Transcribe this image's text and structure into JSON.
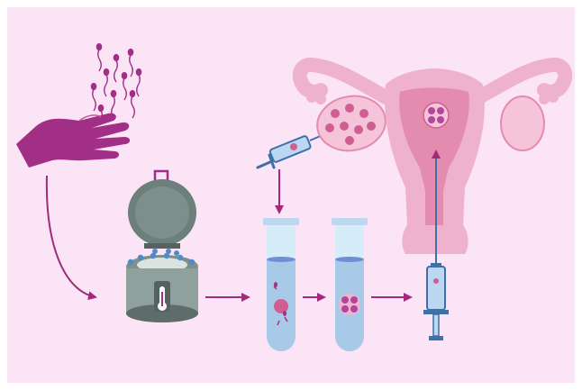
{
  "colors": {
    "canvas_bg": "#ffffff",
    "panel_bg": "#fbe4f6",
    "hand": "#a12f86",
    "arrow": "#a02b79",
    "sperm": "#a12f86",
    "uterus_outer": "#efb2cd",
    "uterus_inner": "#e48bb0",
    "ovary": "#f6c4d9",
    "egg": "#cf5e93",
    "egg_cluster": "#b1479a",
    "centrifuge_lid": "#6d7f7b",
    "centrifuge_body": "#8fa19c",
    "centrifuge_dark": "#56625f",
    "tube_glass": "#d6ecf9",
    "tube_liquid": "#a9c9e9",
    "syringe_blue": "#3f6fa8",
    "syringe_light": "#bcd8f1"
  },
  "steps": [
    {
      "id": "sperm-collection",
      "icon": "hand-with-sperm-icon"
    },
    {
      "id": "sperm-preparation",
      "icon": "centrifuge-icon"
    },
    {
      "id": "egg-retrieval",
      "icon": "syringe-icon"
    },
    {
      "id": "fertilization",
      "icon": "test-tube-icon"
    },
    {
      "id": "embryo-culture",
      "icon": "test-tube-embryo-icon"
    },
    {
      "id": "embryo-transfer",
      "icon": "catheter-syringe-icon"
    },
    {
      "id": "implantation",
      "icon": "uterus-icon"
    }
  ]
}
